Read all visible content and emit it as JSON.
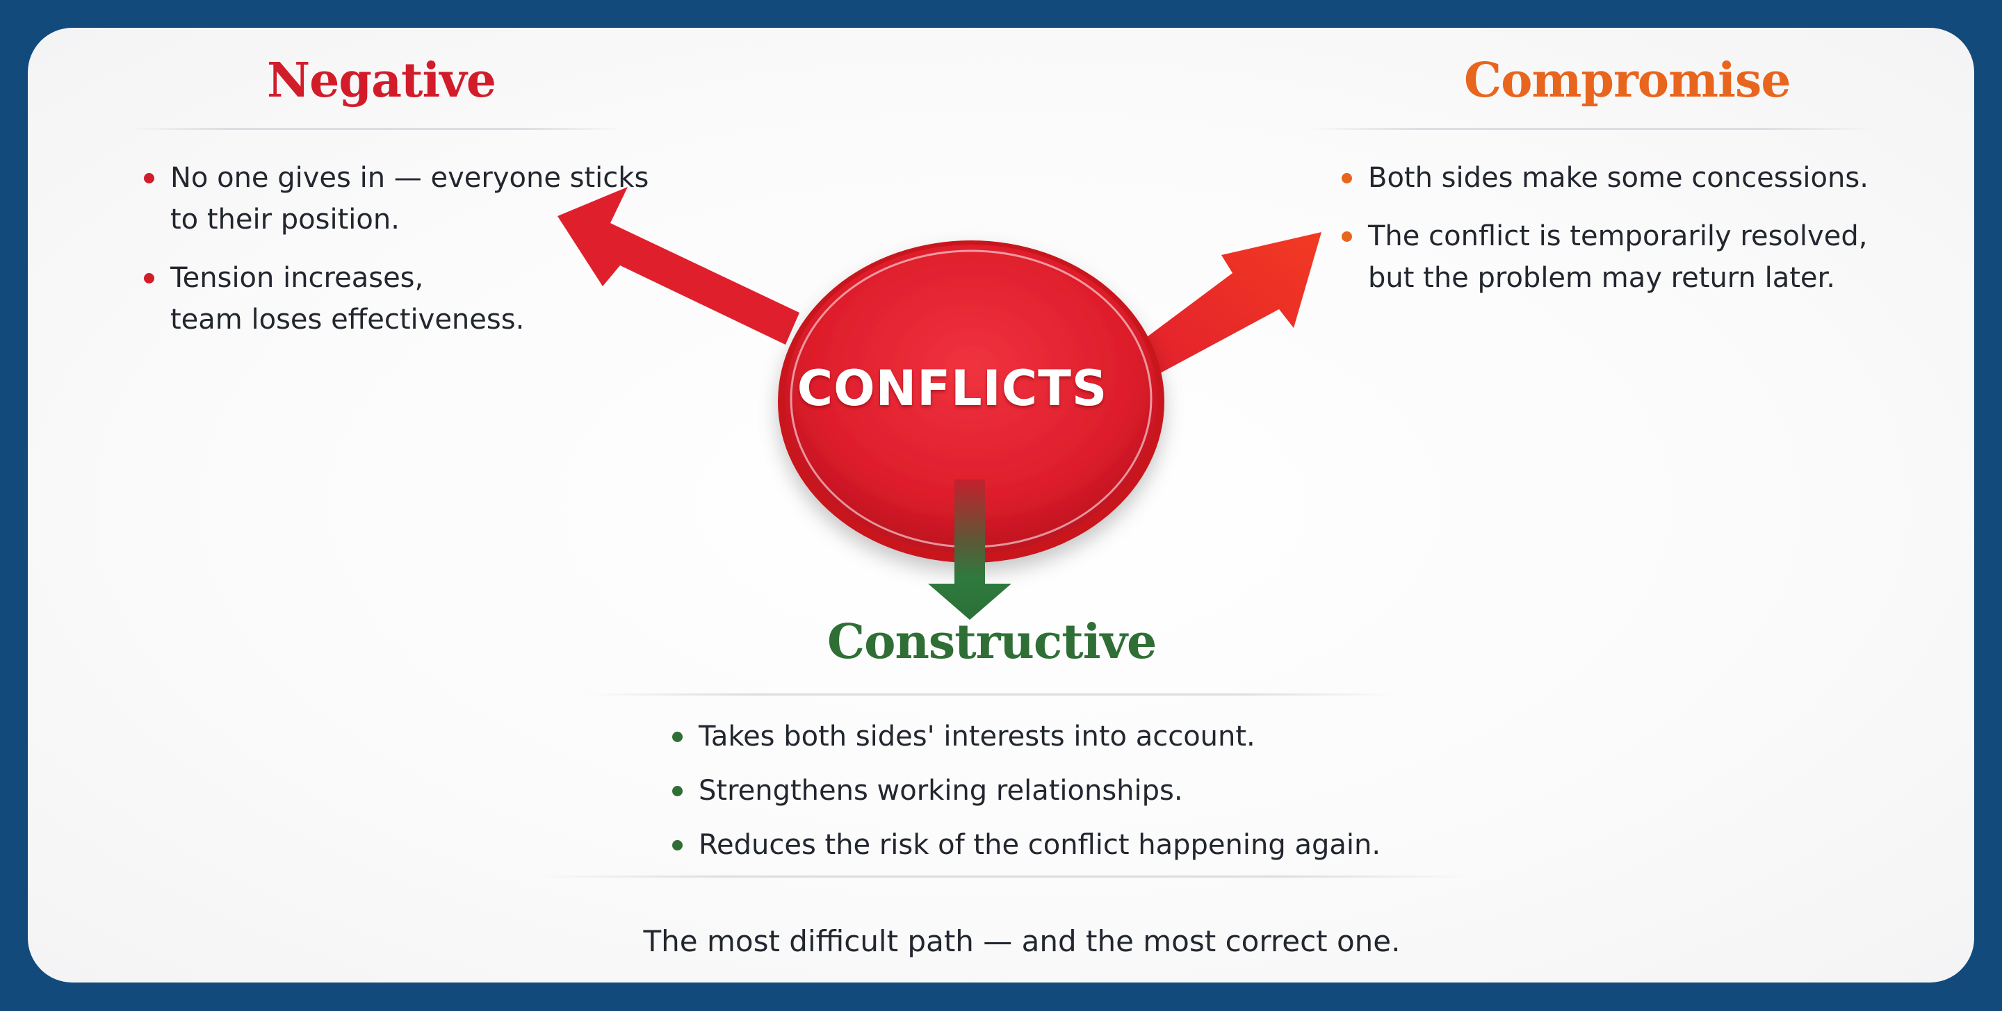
{
  "center": {
    "label": "CONFLICTS",
    "color": "#e0202e"
  },
  "negative": {
    "title": "Negative",
    "color": "#d21c2a",
    "items": [
      "No one gives in — everyone sticks\nto their position.",
      "Tension increases,\nteam loses effectiveness."
    ]
  },
  "compromise": {
    "title": "Compromise",
    "color": "#e8651e",
    "items": [
      "Both sides make some concessions.",
      "The conflict is temporarily resolved,\nbut the problem may return later."
    ]
  },
  "constructive": {
    "title": "Constructive",
    "color": "#2f6f36",
    "items": [
      "Takes both sides' interests into account.",
      "Strengthens working relationships.",
      "Reduces the risk of the conflict happening again."
    ],
    "note": "The most difficult path — and the most correct one."
  }
}
